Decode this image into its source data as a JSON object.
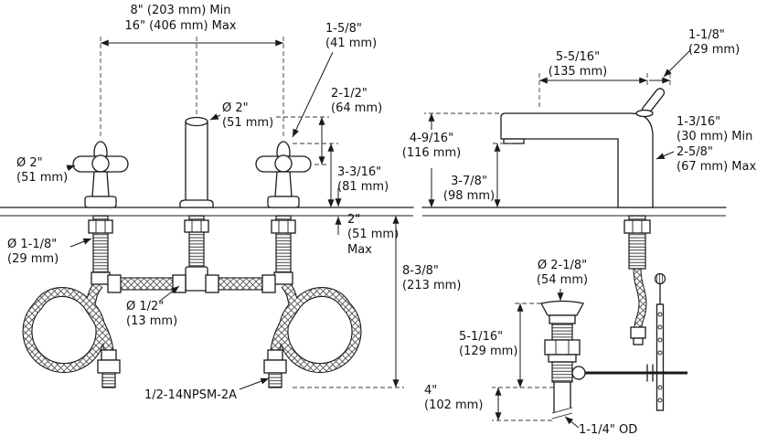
{
  "title": "Widespread lavatory faucet installation dimensions",
  "colors": {
    "ink": "#1a1a1a",
    "background": "#ffffff"
  },
  "front_view": {
    "spread_min": "8\" (203 mm) Min",
    "spread_max": "16\" (406 mm) Max",
    "spout_top_width": "1-5/8\"\n(41 mm)",
    "spout_escutcheon_dia": "Ø 2\"\n(51 mm)",
    "handle_bar_height": "2-1/2\"\n(64 mm)",
    "handle_top_height": "3-3/16\"\n(81 mm)",
    "handle_escutcheon_dia": "Ø 2\"\n(51 mm)",
    "deck_thickness_max": "2\"\n(51 mm)\nMax",
    "mounting_hole_dia": "Ø 1-1/8\"\n(29 mm)",
    "below_deck_depth": "8-3/8\"\n(213 mm)",
    "supply_tube_dia": "Ø 1/2\"\n(13 mm)",
    "shank_thread_spec": "1/2-14NPSM-2A"
  },
  "side_view": {
    "handle_travel": "1-1/8\"\n(29 mm)",
    "spout_reach": "5-5/16\"\n(135 mm)",
    "deck_range": "1-3/16\"\n(30 mm) Min\n2-5/8\"\n(67 mm) Max",
    "spout_height": "4-9/16\"\n(116 mm)",
    "outlet_height": "3-7/8\"\n(98 mm)",
    "drain_flange_dia": "Ø 2-1/8\"\n(54 mm)",
    "drain_body_length": "5-1/16\"\n(129 mm)",
    "tailpiece_length": "4\"\n(102 mm)",
    "tailpiece_od": "1-1/4\" OD"
  }
}
